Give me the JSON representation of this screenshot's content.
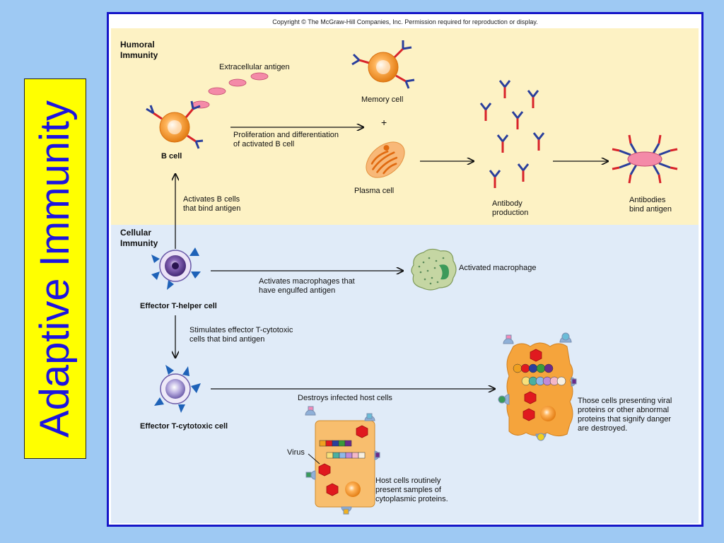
{
  "side_title": "Adaptive Immunity",
  "copyright": "Copyright © The McGraw-Hill Companies, Inc. Permission required for reproduction or display.",
  "humoral": {
    "heading": "Humoral\nImmunity",
    "extracellular_antigen": "Extracellular antigen",
    "b_cell": "B cell",
    "memory_cell": "Memory cell",
    "plus": "+",
    "proliferation": "Proliferation and differentiation\nof activated B cell",
    "plasma_cell": "Plasma cell",
    "antibody_production": "Antibody\nproduction",
    "antibodies_bind": "Antibodies\nbind antigen"
  },
  "cellular": {
    "heading": "Cellular\nImmunity",
    "activates_b_cells": "Activates B cells\nthat bind antigen",
    "helper_cell": "Effector T-helper cell",
    "activates_macrophages": "Activates macrophages that\nhave engulfed antigen",
    "activated_macrophage": "Activated macrophage",
    "stimulates": "Stimulates effector T-cytotoxic\ncells that bind antigen",
    "cytotoxic_cell": "Effector T-cytotoxic cell",
    "destroys": "Destroys infected host cells",
    "virus": "Virus",
    "host_cells": "Host cells routinely\npresent samples of\ncytoplasmic proteins.",
    "destroyed": "Those cells presenting viral\nproteins or other abnormal\nproteins that signify danger\nare destroyed."
  },
  "colors": {
    "page_background": "#9ec9f3",
    "title_panel": "#ffff00",
    "title_text": "#1c14e0",
    "frame_border": "#1616c8",
    "humoral_background": "#fdf2c4",
    "cellular_background": "#e0ebf8",
    "antibody_blue": "#2a3f9c",
    "antibody_red": "#d8232a",
    "cell_orange": "#f39a2c",
    "host_cell": "#f8be6e",
    "infected_cell": "#f5a43c",
    "virus_red": "#e0191f",
    "t_cell_purple": "#7a5aa8"
  }
}
